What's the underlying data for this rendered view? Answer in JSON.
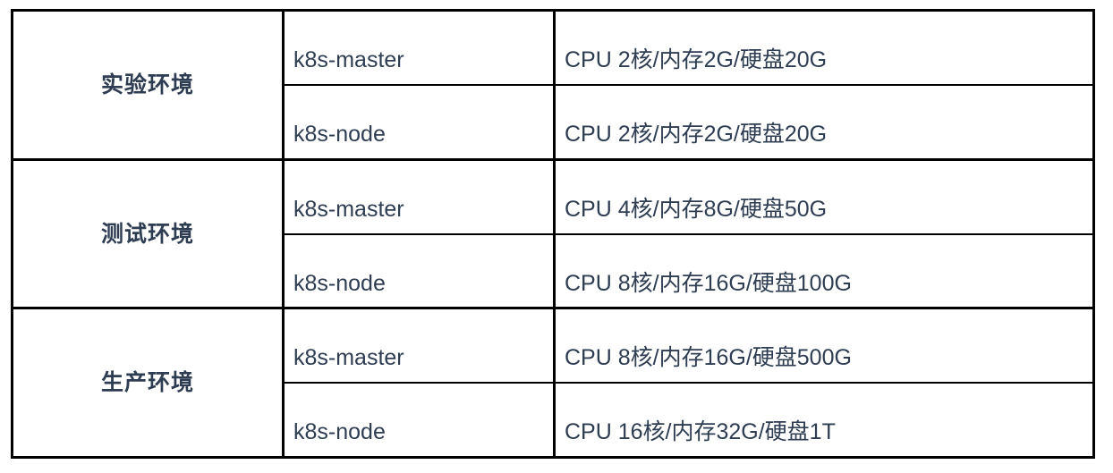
{
  "table": {
    "colors": {
      "text": "#2e3d52",
      "border": "#000000",
      "background": "#ffffff"
    },
    "sections": [
      {
        "environment": "实验环境",
        "rows": [
          {
            "role": "k8s-master",
            "spec": "CPU 2核/内存2G/硬盘20G"
          },
          {
            "role": "k8s-node",
            "spec": "CPU 2核/内存2G/硬盘20G"
          }
        ]
      },
      {
        "environment": "测试环境",
        "rows": [
          {
            "role": "k8s-master",
            "spec": "CPU 4核/内存8G/硬盘50G"
          },
          {
            "role": "k8s-node",
            "spec": "CPU 8核/内存16G/硬盘100G"
          }
        ]
      },
      {
        "environment": "生产环境",
        "rows": [
          {
            "role": "k8s-master",
            "spec": "CPU 8核/内存16G/硬盘500G"
          },
          {
            "role": "k8s-node",
            "spec": "CPU 16核/内存32G/硬盘1T"
          }
        ]
      }
    ]
  }
}
